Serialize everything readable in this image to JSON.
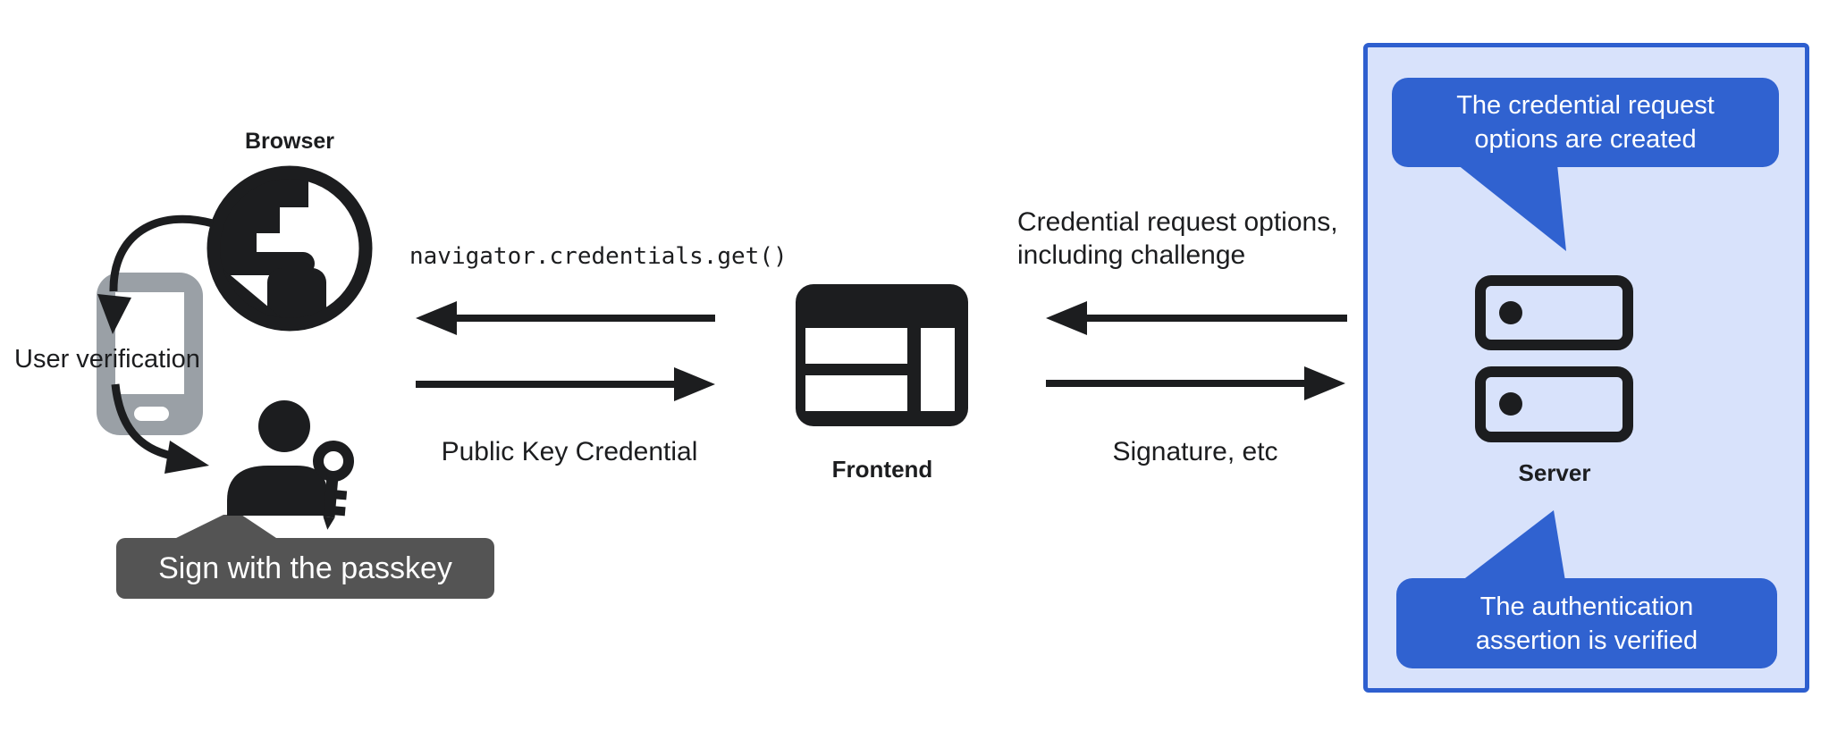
{
  "diagram": {
    "browser_label": "Browser",
    "user_verification_label": "User verification",
    "passkey_tooltip": "Sign with the passkey",
    "api_call": "navigator.credentials.get()",
    "public_key_credential_label": "Public Key Credential",
    "frontend_label": "Frontend",
    "credential_request_label": "Credential request options,\nincluding challenge",
    "signature_label": "Signature, etc",
    "server_label": "Server",
    "server_bubble_top": "The credential request\noptions are created",
    "server_bubble_bottom": "The authentication\nassertion is verified"
  },
  "colors": {
    "ink": "#1c1d1f",
    "bubble_blue": "#3062d0",
    "panel_fill": "#d8e2fb",
    "panel_border": "#2e5fcf",
    "phone_gray": "#9aa0a6",
    "tooltip_gray": "#545454"
  }
}
